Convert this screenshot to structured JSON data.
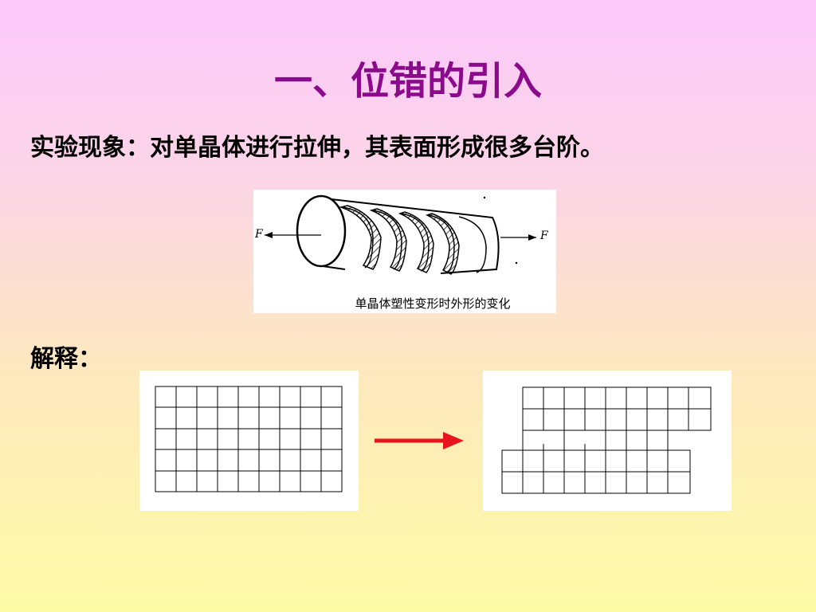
{
  "slide": {
    "title": "一、位错的引入",
    "observation": "实验现象：对单晶体进行拉伸，其表面形成很多台阶。",
    "explanation_label": "解释："
  },
  "figure": {
    "caption": "单晶体塑性变形时外形的变化",
    "force_left": "F",
    "force_right": "F"
  },
  "colors": {
    "title": "#8b0a8b",
    "arrow": "#e8141e"
  },
  "icons": {
    "transition": "right-arrow-icon"
  }
}
